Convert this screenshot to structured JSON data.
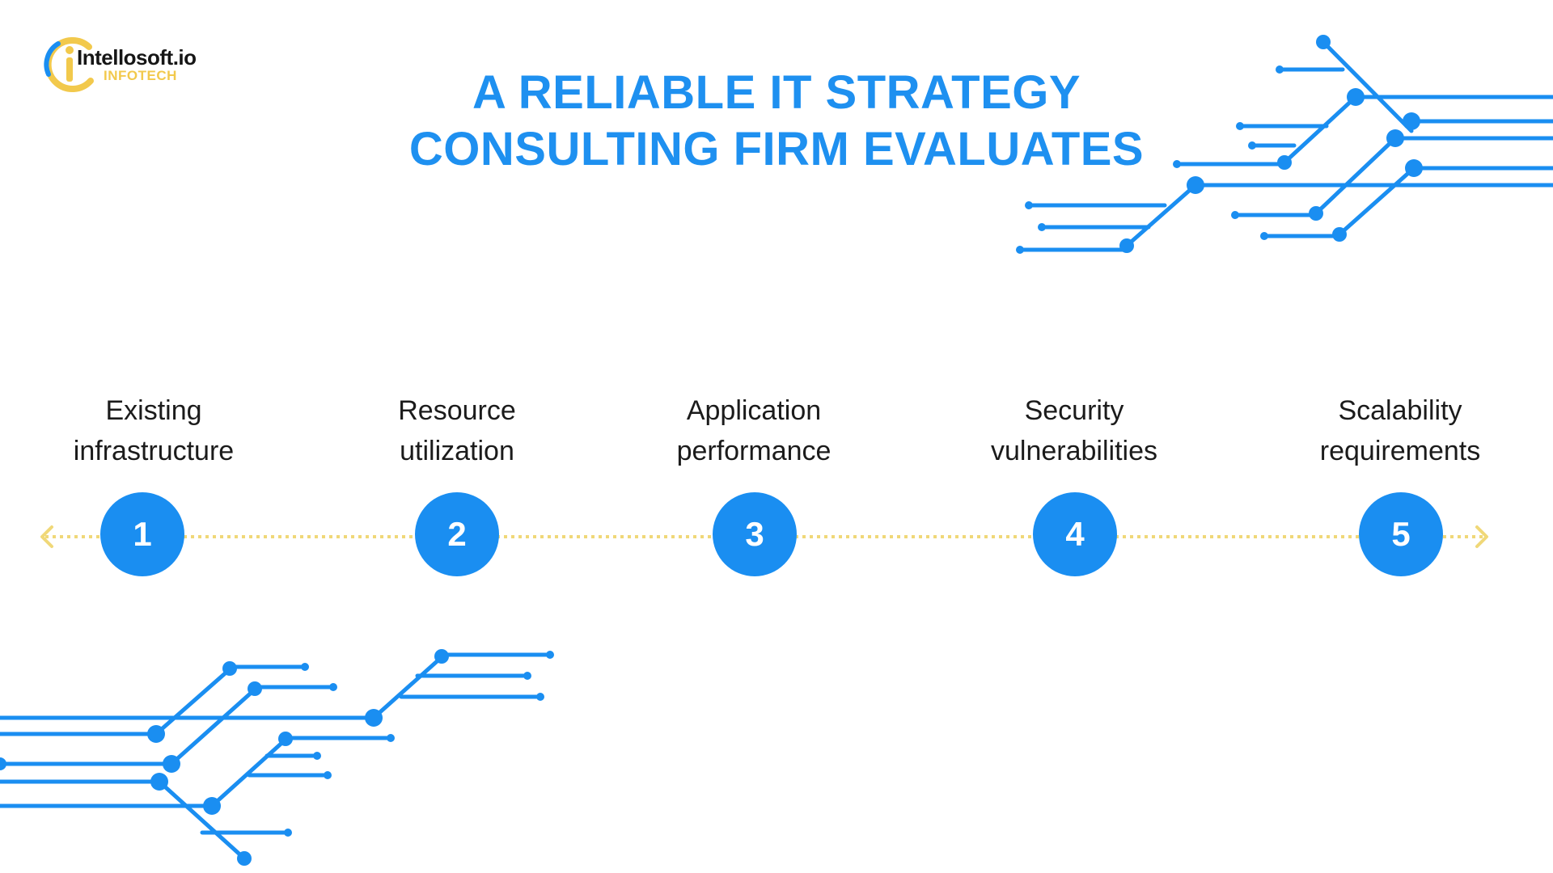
{
  "logo": {
    "name": "Intellosoft.io",
    "tagline": "INFOTECH"
  },
  "title": {
    "line1": "A RELIABLE IT STRATEGY",
    "line2": "CONSULTING FIRM EVALUATES"
  },
  "steps": [
    {
      "number": "1",
      "line1": "Existing",
      "line2": "infrastructure"
    },
    {
      "number": "2",
      "line1": "Resource",
      "line2": "utilization"
    },
    {
      "number": "3",
      "line1": "Application",
      "line2": "performance"
    },
    {
      "number": "4",
      "line1": "Security",
      "line2": "vulnerabilities"
    },
    {
      "number": "5",
      "line1": "Scalability",
      "line2": "requirements"
    }
  ],
  "colors": {
    "primary_blue": "#1a8ef1",
    "timeline_yellow": "#f0d878",
    "logo_yellow": "#f2c94c",
    "text_dark": "#1b1b1b"
  },
  "icons": [
    "logo-ring-icon",
    "arrow-left-icon",
    "arrow-right-icon",
    "circuit-decoration"
  ]
}
